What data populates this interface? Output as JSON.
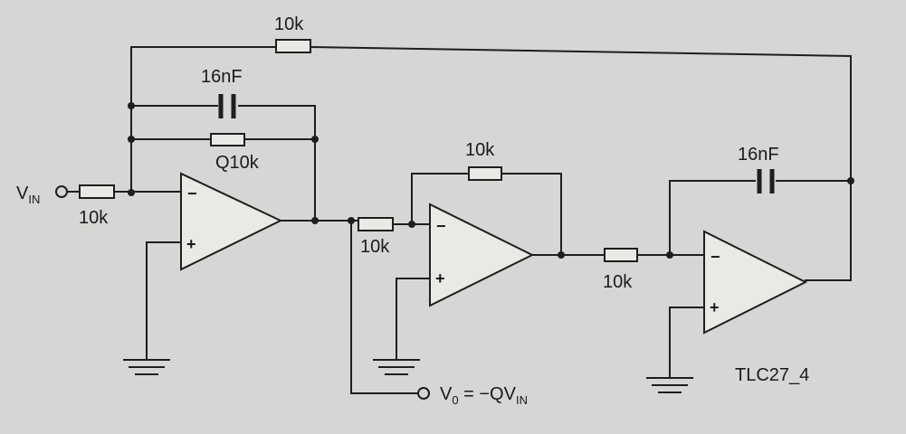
{
  "labels": {
    "r_feedback_top": "10k",
    "c1": "16nF",
    "r_q": "Q10k",
    "r_in": "10k",
    "r_inv_fb": "10k",
    "r_inv_in": "10k",
    "r_int2_in": "10k",
    "c2": "16nF",
    "figure_id": "TLC27_4"
  },
  "input": {
    "symbol": "V",
    "subscript": "IN"
  },
  "output": {
    "symbol": "V",
    "subscript": "0",
    "equation": " = −QV",
    "equation_subscript": "IN"
  },
  "opamp_signs": {
    "inverting": "−",
    "non_inverting": "+"
  },
  "colors": {
    "background": "#d4d7d3",
    "ink": "#1e1e1e"
  }
}
